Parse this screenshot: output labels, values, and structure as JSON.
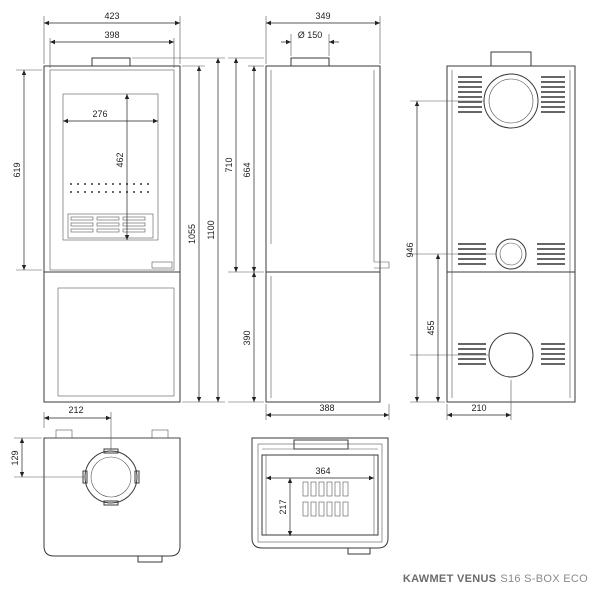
{
  "dimensions": {
    "front_width_outer": "423",
    "front_width_inner": "398",
    "glass_width": "276",
    "glass_height": "462",
    "door_height": "619",
    "total_height_1055": "1055",
    "total_height_1100": "1100",
    "side_depth": "349",
    "flue_diameter": "Ø 150",
    "side_height_710": "710",
    "side_height_664": "664",
    "base_height": "390",
    "side_base_depth": "388",
    "rear_height_946": "946",
    "rear_height_455": "455",
    "rear_offset": "210",
    "top_offset": "212",
    "top_depth": "129",
    "firebox_width": "364",
    "firebox_depth": "217"
  },
  "title": {
    "brand": "KAWMET VENUS",
    "model": "S16 S-BOX ECO"
  }
}
